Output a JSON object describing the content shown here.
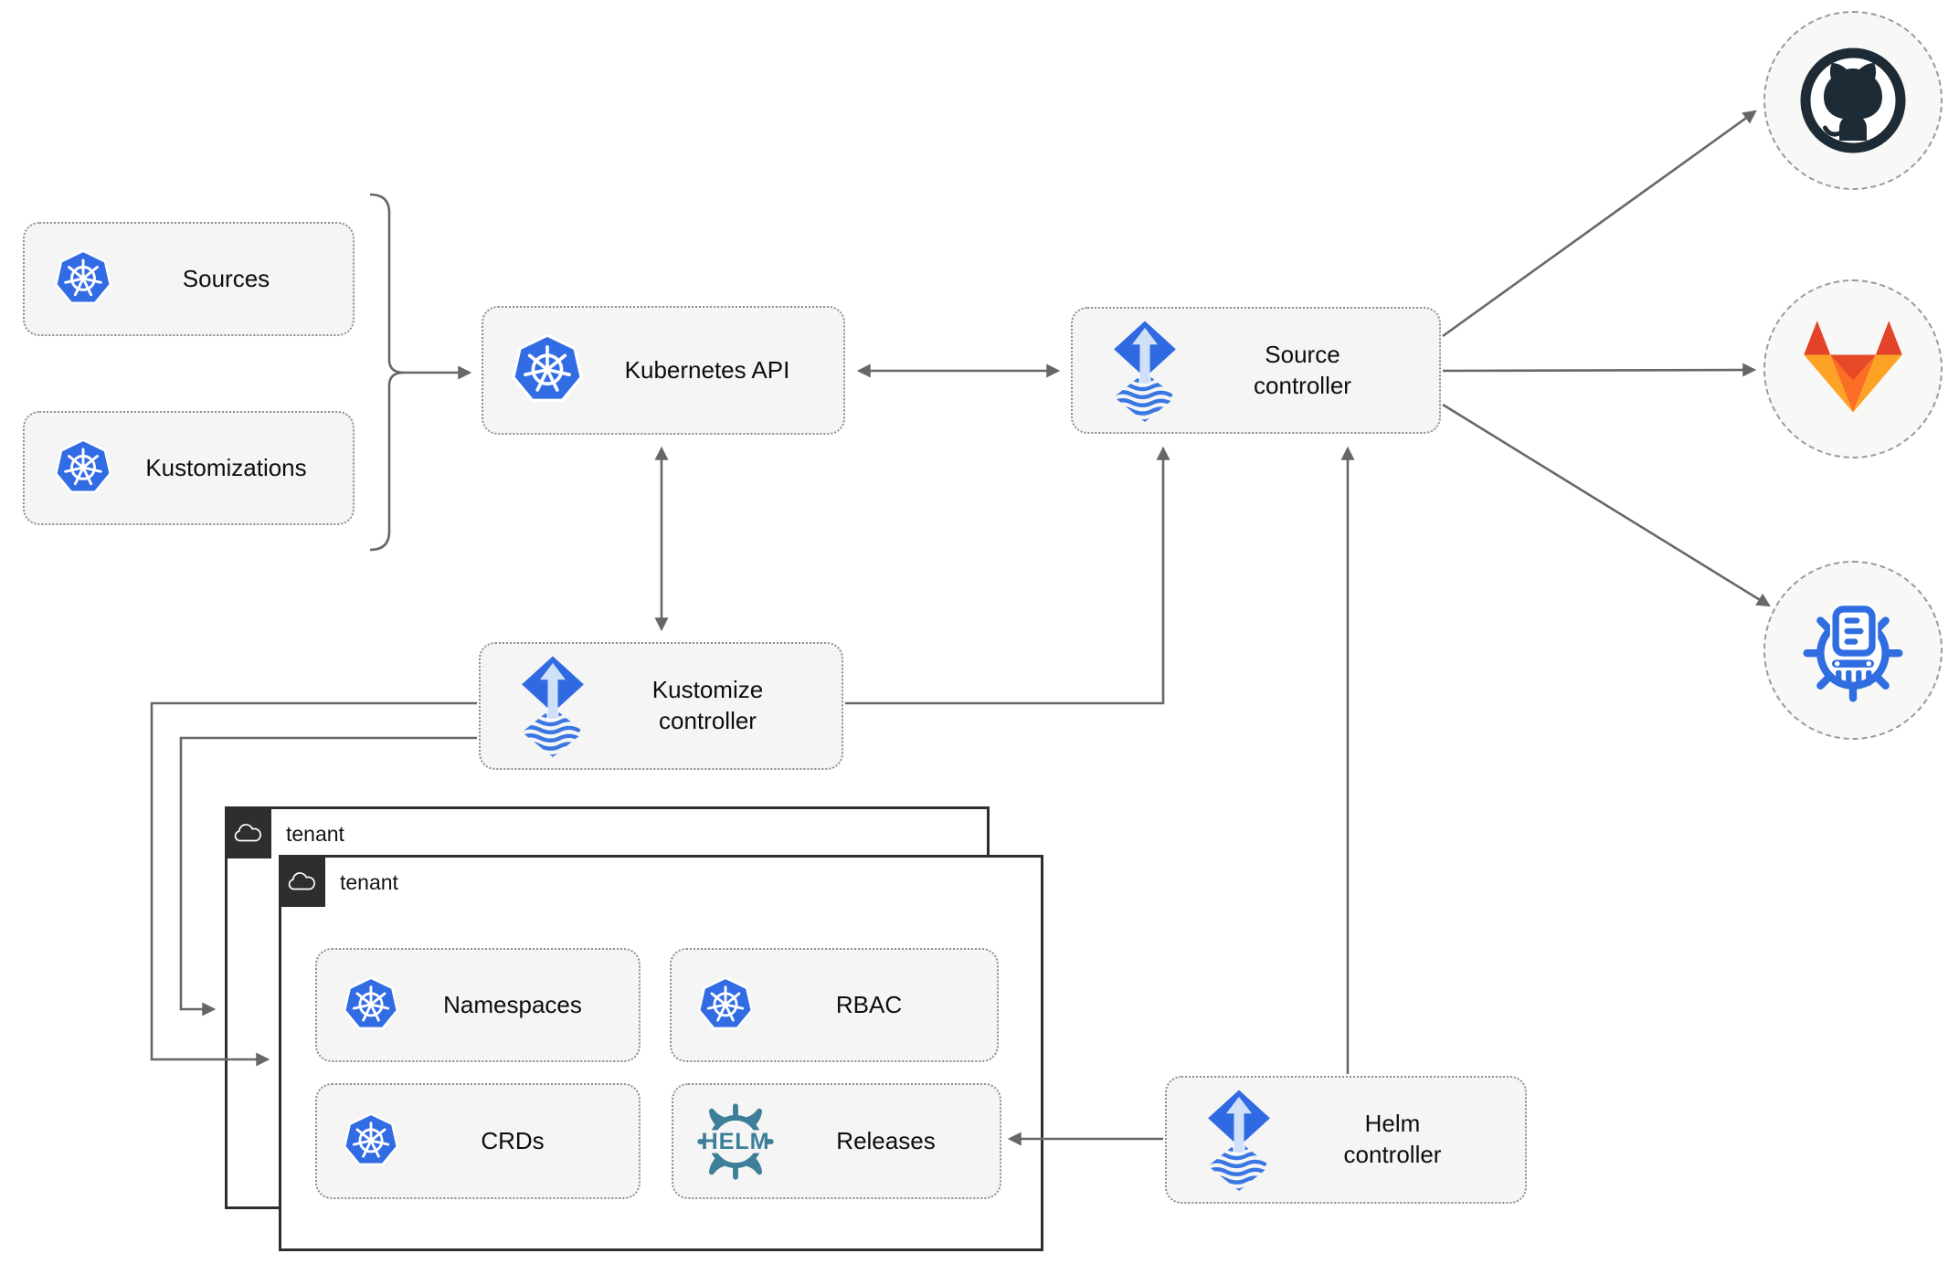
{
  "nodes": {
    "sources": "Sources",
    "kustomizations": "Kustomizations",
    "kubernetes_api": "Kubernetes API",
    "source_controller": "Source controller",
    "kustomize_controller": "Kustomize controller",
    "helm_controller": "Helm controller"
  },
  "tenant": {
    "back_label": "tenant",
    "front_label": "tenant",
    "resources": {
      "namespaces": "Namespaces",
      "rbac": "RBAC",
      "crds": "CRDs",
      "releases": "Releases"
    }
  },
  "helm_logo_text": "HELM",
  "icons": {
    "kubernetes": "kubernetes-wheel-icon",
    "flux": "flux-controller-icon",
    "cloud": "cloud-icon",
    "helm": "helm-wheel-icon",
    "github": "github-icon",
    "gitlab": "gitlab-icon",
    "helm_repository": "helm-repository-museum-icon"
  },
  "colors": {
    "kubernetes_blue": "#326ce5",
    "flux_blue": "#2f6ae2",
    "flux_arrow_light": "#cfe0f8",
    "helm_teal": "#3d7e98",
    "github_dark": "#1d2b36",
    "gitlab_dark_orange": "#e24329",
    "gitlab_orange": "#fc6d26",
    "gitlab_light_orange": "#fca326",
    "museum_blue": "#2f6de1",
    "connector_gray": "#676767",
    "tenant_border": "#2e2e2e",
    "node_fill": "#f5f5f5",
    "node_border": "#8f8f8f"
  }
}
